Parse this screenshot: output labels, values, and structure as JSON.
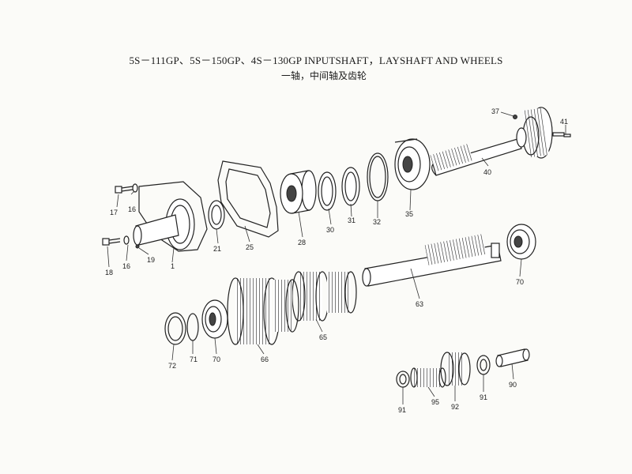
{
  "title": "5S－111GP、5S－150GP、4S－130GP INPUTSHAFT，LAYSHAFT AND WHEELS",
  "subtitle": "一轴，中间轴及齿轮",
  "parts": [
    {
      "id": "p37",
      "label": "37"
    },
    {
      "id": "p41",
      "label": "41"
    },
    {
      "id": "p40",
      "label": "40"
    },
    {
      "id": "p17",
      "label": "17"
    },
    {
      "id": "p16a",
      "label": "16"
    },
    {
      "id": "p28",
      "label": "28"
    },
    {
      "id": "p30",
      "label": "30"
    },
    {
      "id": "p31",
      "label": "31"
    },
    {
      "id": "p32",
      "label": "32"
    },
    {
      "id": "p35",
      "label": "35"
    },
    {
      "id": "p21",
      "label": "21"
    },
    {
      "id": "p25",
      "label": "25"
    },
    {
      "id": "p18",
      "label": "18"
    },
    {
      "id": "p16b",
      "label": "16"
    },
    {
      "id": "p19",
      "label": "19"
    },
    {
      "id": "p1",
      "label": "1"
    },
    {
      "id": "p70a",
      "label": "70"
    },
    {
      "id": "p63",
      "label": "63"
    },
    {
      "id": "p72",
      "label": "72"
    },
    {
      "id": "p71",
      "label": "71"
    },
    {
      "id": "p70b",
      "label": "70"
    },
    {
      "id": "p66",
      "label": "66"
    },
    {
      "id": "p65",
      "label": "65"
    },
    {
      "id": "p90",
      "label": "90"
    },
    {
      "id": "p91a",
      "label": "91"
    },
    {
      "id": "p91b",
      "label": "91"
    },
    {
      "id": "p95",
      "label": "95"
    },
    {
      "id": "p92",
      "label": "92"
    }
  ]
}
